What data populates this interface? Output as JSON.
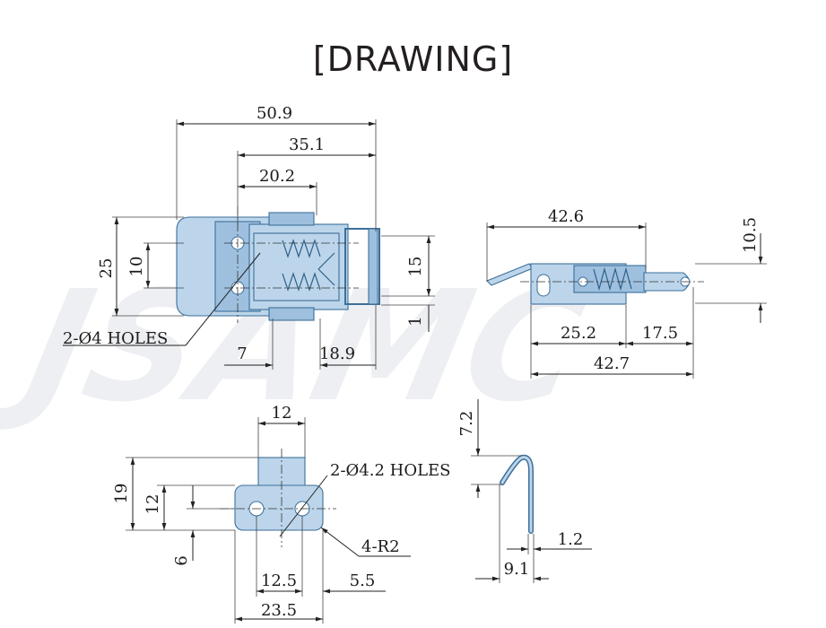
{
  "title": "[DRAWING]",
  "watermark": "JSAMC",
  "top_view": {
    "overall_width": "50.9",
    "width_mid": "35.1",
    "width_small": "20.2",
    "height_total": "25",
    "hole_spacing": "10",
    "spring_height": "15",
    "offset": "1",
    "hole_offset": "7",
    "right_offset": "18.9",
    "holes_note": "2-Ø4 HOLES"
  },
  "side_view": {
    "length_top": "42.6",
    "height": "10.5",
    "seg_left": "25.2",
    "seg_right": "17.5",
    "length_bottom": "42.7"
  },
  "catch_front": {
    "tab_width": "12",
    "height_total": "19",
    "height_mid": "12",
    "bottom": "6",
    "hole_spacing": "12.5",
    "edge": "5.5",
    "width": "23.5",
    "holes_note": "2-Ø4.2 HOLES",
    "radius_note": "4-R2"
  },
  "catch_side": {
    "hook_height": "7.2",
    "thickness": "1.2",
    "depth": "9.1"
  },
  "colors": {
    "part_fill": "#bcd5ea",
    "part_stroke": "#3c6f9b",
    "title": "#231f20"
  }
}
